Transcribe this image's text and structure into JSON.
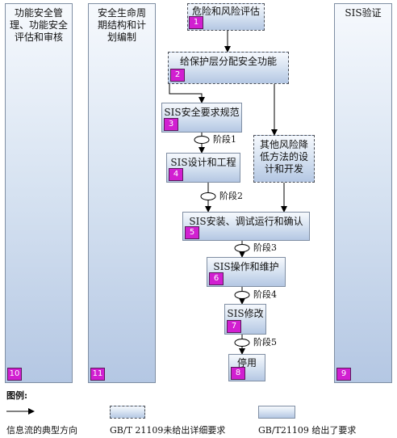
{
  "columns": {
    "col10": {
      "title": "功能安全管理、功能安全评估和审核",
      "badge": "10"
    },
    "col11": {
      "title": "安全生命周期结构和计划编制",
      "badge": "11"
    },
    "col9": {
      "title": "SIS验证",
      "badge": "9"
    }
  },
  "steps": {
    "s1": {
      "label": "危险和风险评估",
      "badge": "1"
    },
    "s2": {
      "label": "给保护层分配安全功能",
      "badge": "2"
    },
    "s3": {
      "label": "SIS安全要求规范",
      "badge": "3"
    },
    "s4": {
      "label": "SIS设计和工程",
      "badge": "4"
    },
    "other": {
      "label": "其他风险降低方法的设计和开发"
    },
    "s5": {
      "label": "SIS安装、调试运行和确认",
      "badge": "5"
    },
    "s6": {
      "label": "SIS操作和维护",
      "badge": "6"
    },
    "s7": {
      "label": "SIS修改",
      "badge": "7"
    },
    "s8": {
      "label": "停用",
      "badge": "8"
    }
  },
  "phases": {
    "p1": "阶段1",
    "p2": "阶段2",
    "p3": "阶段3",
    "p4": "阶段4",
    "p5": "阶段5"
  },
  "legend": {
    "title": "图例:",
    "arrow_text": "信息流的典型方向",
    "dashed_text": "GB/T 21109未给出详细要求",
    "solid_text": "GB/T21109 给出了要求"
  }
}
